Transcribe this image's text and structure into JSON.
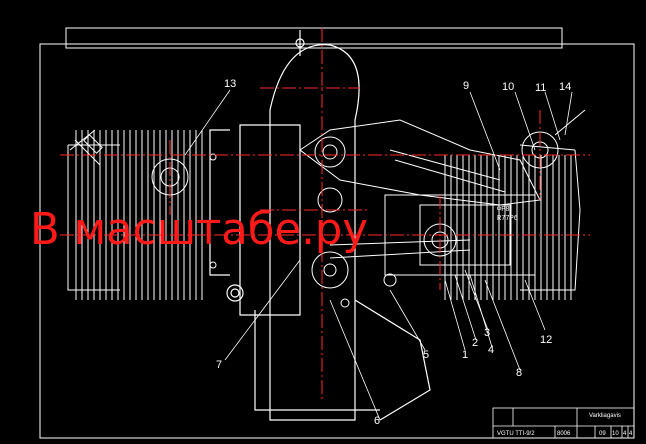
{
  "watermark": "В масштабе.ру",
  "callouts": [
    "13",
    "9",
    "10",
    "11",
    "14",
    "7",
    "5",
    "6",
    "1",
    "2",
    "3",
    "4",
    "8",
    "12"
  ],
  "piston_marking": [
    "ФР8",
    "R77Р6"
  ],
  "title_block": {
    "designer": "Varkliagavis",
    "code": "VGTU TTI-9/2",
    "number": "8006",
    "date_a": "09",
    "date_b": "10",
    "sheet_a": "4",
    "sheet_b": "4"
  },
  "colors": {
    "background": "#000000",
    "lines": "#ffffff",
    "centerlines": "#ff2a2a",
    "watermark": "#ff1a1a"
  }
}
